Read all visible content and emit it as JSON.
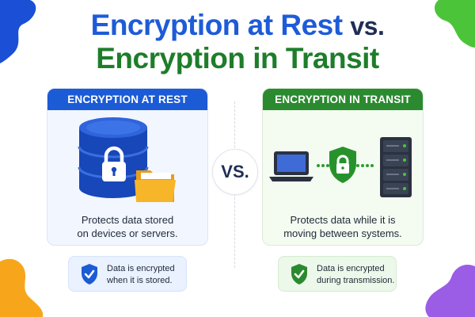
{
  "title": {
    "rest": "Encryption at Rest",
    "vs_word": "vs.",
    "transit": "Encryption in Transit"
  },
  "left_panel": {
    "header": "ENCRYPTION AT REST",
    "description_lines": [
      "Protects data stored",
      "on devices or servers."
    ],
    "note_lines": [
      "Data is encrypted",
      "when it is stored."
    ],
    "icons": [
      "database-icon",
      "lock-icon",
      "folder-icon",
      "shield-check-icon"
    ]
  },
  "right_panel": {
    "header": "ENCRYPTION IN TRANSIT",
    "description_lines": [
      "Protects data while it is",
      "moving between systems."
    ],
    "note_lines": [
      "Data is encrypted",
      "during transmission."
    ],
    "icons": [
      "laptop-icon",
      "shield-lock-icon",
      "server-icon",
      "shield-check-icon"
    ]
  },
  "vs_label": "VS.",
  "colors": {
    "blue": "#1b5bd6",
    "green": "#2b8a2f",
    "navy": "#1f2d57",
    "blob_blue": "#1a4fd6",
    "blob_green": "#4cc43a",
    "blob_orange": "#f7a61b",
    "blob_purple": "#9b5de5"
  }
}
